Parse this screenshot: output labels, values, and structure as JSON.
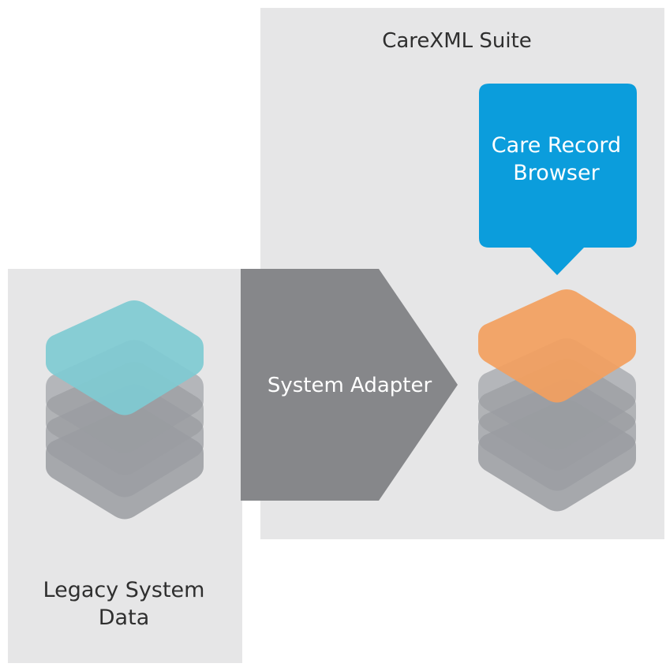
{
  "suite": {
    "title": "CareXML Suite"
  },
  "browser_callout": {
    "line1": "Care Record",
    "line2": "Browser",
    "color": "#0b9ddc"
  },
  "adapter": {
    "label": "System Adapter",
    "color": "#86878a"
  },
  "legacy": {
    "line1": "Legacy System",
    "line2": "Data"
  },
  "colors": {
    "panel": "#e6e6e7",
    "legacy_top_layer": "#7fcbd3",
    "suite_top_layer": "#f3a05e",
    "stack_layer": "#9a9ca1",
    "text_dark": "#2f2f2f",
    "text_light": "#ffffff"
  },
  "icons": {
    "legacy_stack": "layer-stack-icon",
    "suite_stack": "layer-stack-icon"
  }
}
